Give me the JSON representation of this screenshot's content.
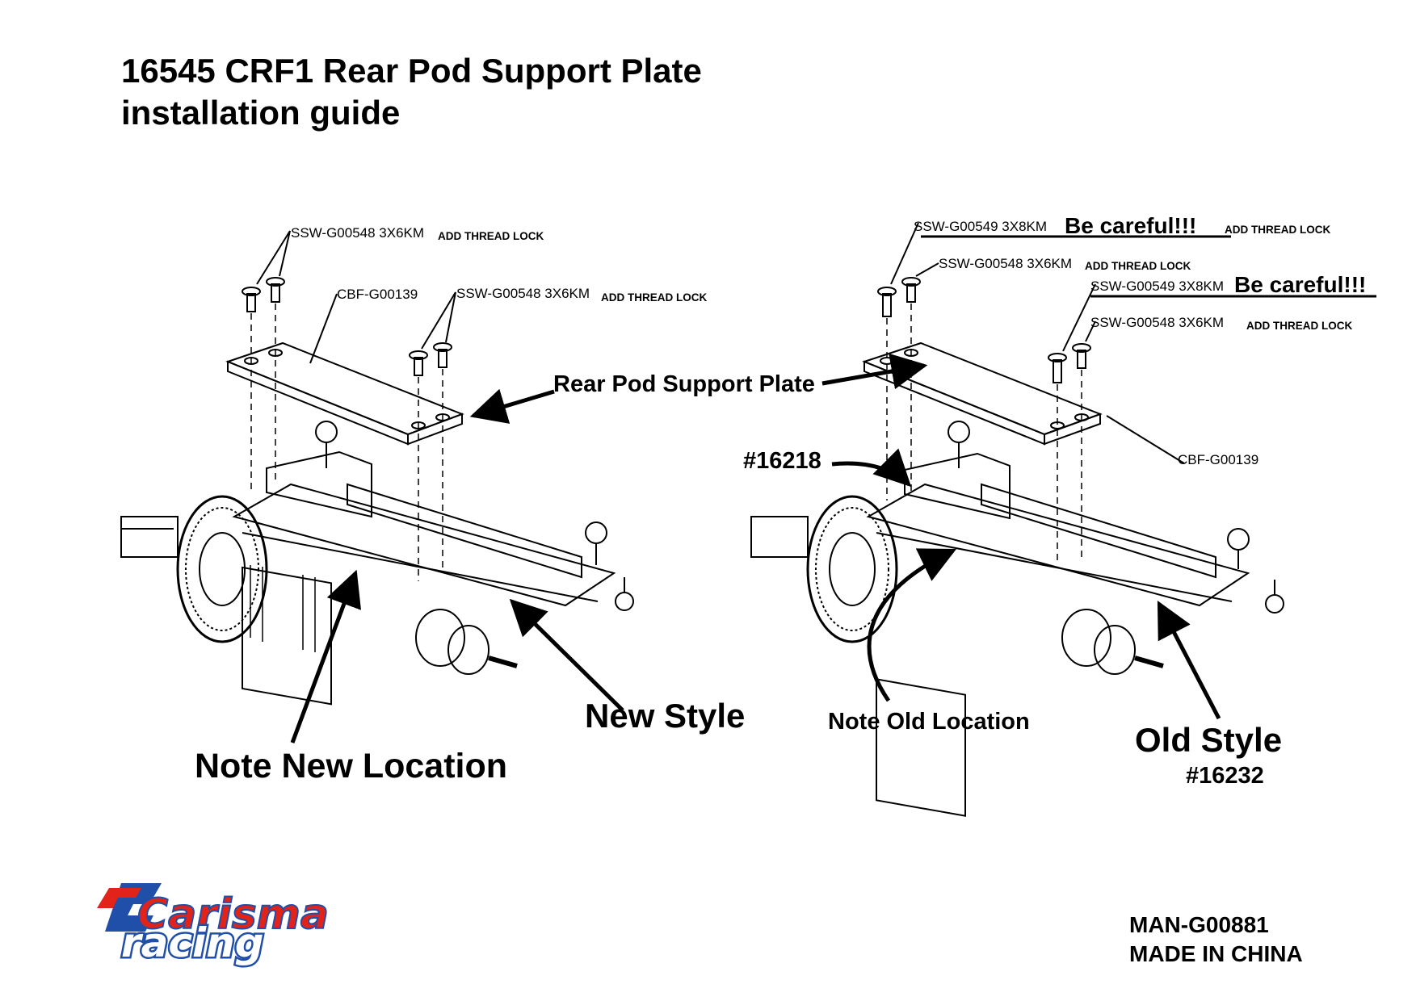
{
  "title": {
    "line1": "16545 CRF1 Rear Pod Support Plate",
    "line2": "installation guide"
  },
  "left": {
    "screw_top_left": "SSW-G00548 3X6KM",
    "screw_top_left_note": "ADD THREAD LOCK",
    "plate_part": "CBF-G00139",
    "screw_top_right": "SSW-G00548 3X6KM",
    "screw_top_right_note": "ADD THREAD LOCK",
    "style_label": "New Style",
    "location_label": "Note New Location"
  },
  "center": {
    "plate_label": "Rear Pod Support Plate"
  },
  "right": {
    "screw1": "SSW-G00549 3X8KM",
    "screw1_warning": "Be careful!!!",
    "screw1_note": "ADD THREAD LOCK",
    "screw2": "SSW-G00548 3X6KM",
    "screw2_note": "ADD THREAD LOCK",
    "screw3": "SSW-G00549 3X8KM",
    "screw3_warning": "Be careful!!!",
    "screw4": "SSW-G00548 3X6KM",
    "screw4_note": "ADD THREAD LOCK",
    "plate_part": "CBF-G00139",
    "ref_part": "#16218",
    "location_label": "Note Old Location",
    "style_label": "Old Style",
    "style_part": "#16232"
  },
  "footer": {
    "logo_line1": "Carisma",
    "logo_line2": "racing",
    "manual_code": "MAN-G00881",
    "origin": "MADE IN CHINA"
  },
  "colors": {
    "logo_red": "#e2231a",
    "logo_blue": "#1f4fa8",
    "ink": "#000000"
  }
}
